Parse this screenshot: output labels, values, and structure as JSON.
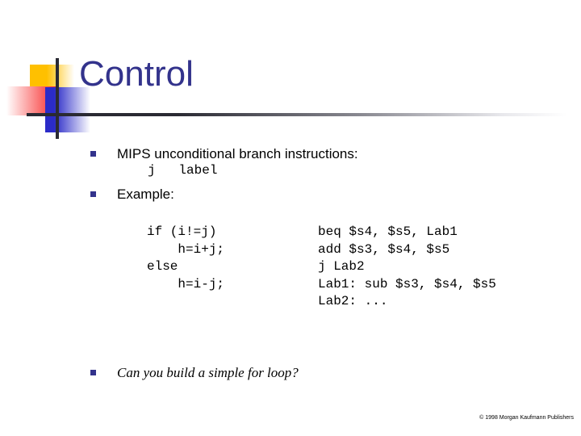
{
  "slide": {
    "title": "Control",
    "accent_color": "#33338C",
    "rule_color": "#2A2A33",
    "logo": {
      "yellow": "#FFC000",
      "red": "#F82828",
      "blue": "#2B2BC8",
      "line": "#2A2A33"
    }
  },
  "bullets": [
    {
      "label": "MIPS unconditional branch instructions:"
    },
    {
      "label": "Example:"
    },
    {
      "label": "Can you build a simple for loop?"
    }
  ],
  "sub_code": "j   label",
  "code_block": {
    "rows": [
      {
        "left": "if (i!=j)",
        "right": "beq $s4, $s5, Lab1"
      },
      {
        "left": "    h=i+j;",
        "right": "add $s3, $s4, $s5"
      },
      {
        "left": "else",
        "right": "j Lab2"
      },
      {
        "left": "    h=i-j;",
        "right": "Lab1: sub $s3, $s4, $s5"
      },
      {
        "left": "",
        "right": "Lab2: ..."
      }
    ]
  },
  "footer": {
    "copyright": "© 1998 Morgan Kaufmann Publishers"
  }
}
